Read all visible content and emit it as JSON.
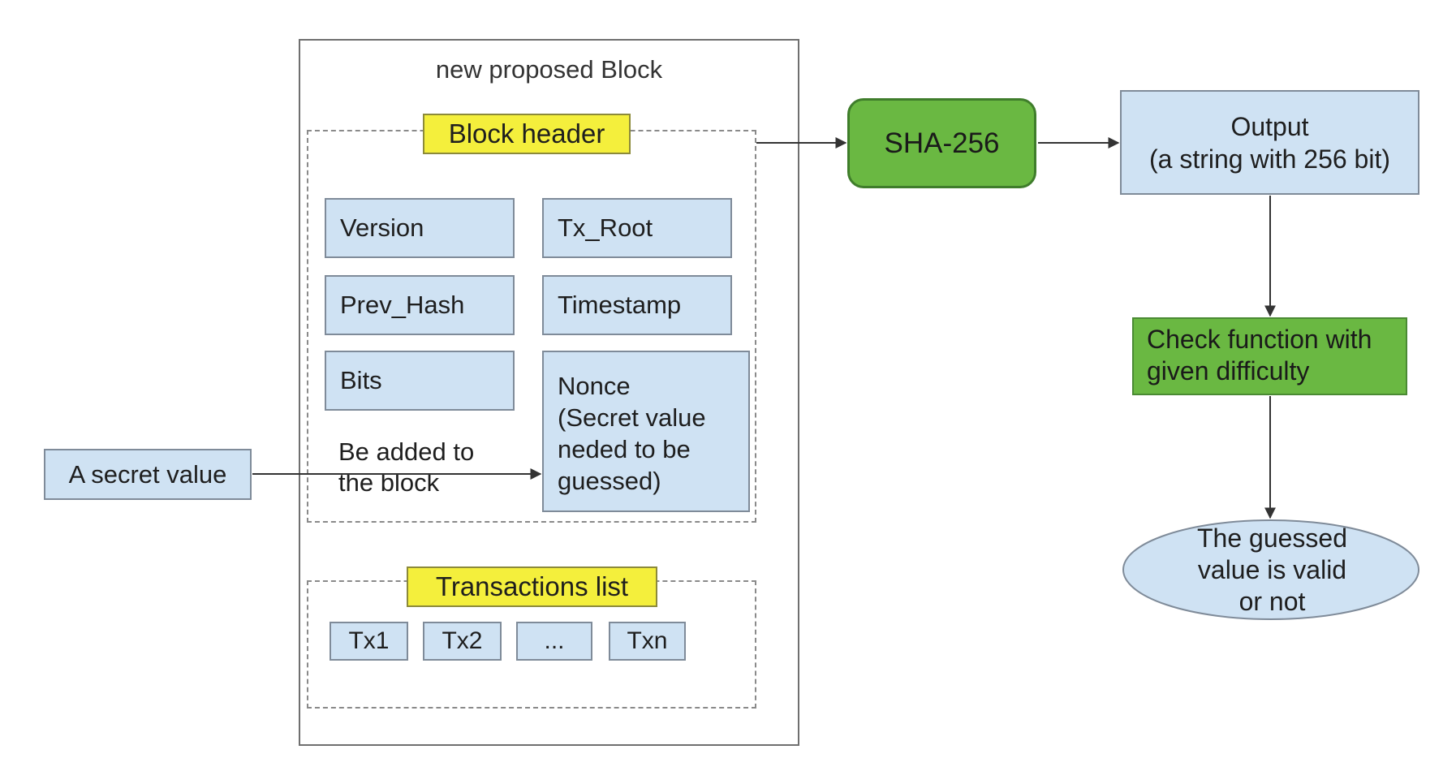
{
  "block": {
    "title": "new proposed Block",
    "header_label": "Block header",
    "fields": {
      "version": "Version",
      "tx_root": "Tx_Root",
      "prev_hash": "Prev_Hash",
      "timestamp": "Timestamp",
      "bits": "Bits",
      "nonce": "Nonce\n(Secret value\nneded to be\nguessed)"
    },
    "added_note": "Be added to\nthe block",
    "transactions_label": "Transactions list",
    "transactions": [
      "Tx1",
      "Tx2",
      "...",
      "Txn"
    ]
  },
  "secret_value": "A secret value",
  "hash_function": "SHA-256",
  "output": "Output\n(a string with 256 bit)",
  "check": "Check function with\ngiven difficulty",
  "result": "The guessed\nvalue is valid\nor not",
  "colors": {
    "field_fill": "#cfe2f3",
    "label_yellow": "#f4ef3c",
    "process_green": "#6ab842"
  }
}
